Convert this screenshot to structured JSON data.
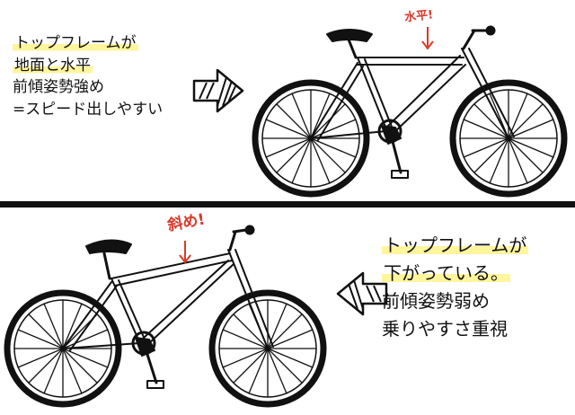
{
  "top": {
    "caption_lines": [
      "トップフレームが",
      "地面と水平",
      "前傾姿勢強め",
      "=スピード出しやすい"
    ],
    "annotation": "水平!"
  },
  "bottom": {
    "caption_lines": [
      "トップフレームが",
      "下がっている。",
      "前傾姿勢弱め",
      "乗りやすさ重視"
    ],
    "annotation": "斜め!"
  },
  "colors": {
    "annotation": "#d83a2a",
    "highlight": "#fff59d",
    "ink": "#111111"
  },
  "icons": [
    "arrow-right-icon",
    "arrow-left-icon",
    "road-bike-illustration",
    "city-bike-illustration"
  ]
}
